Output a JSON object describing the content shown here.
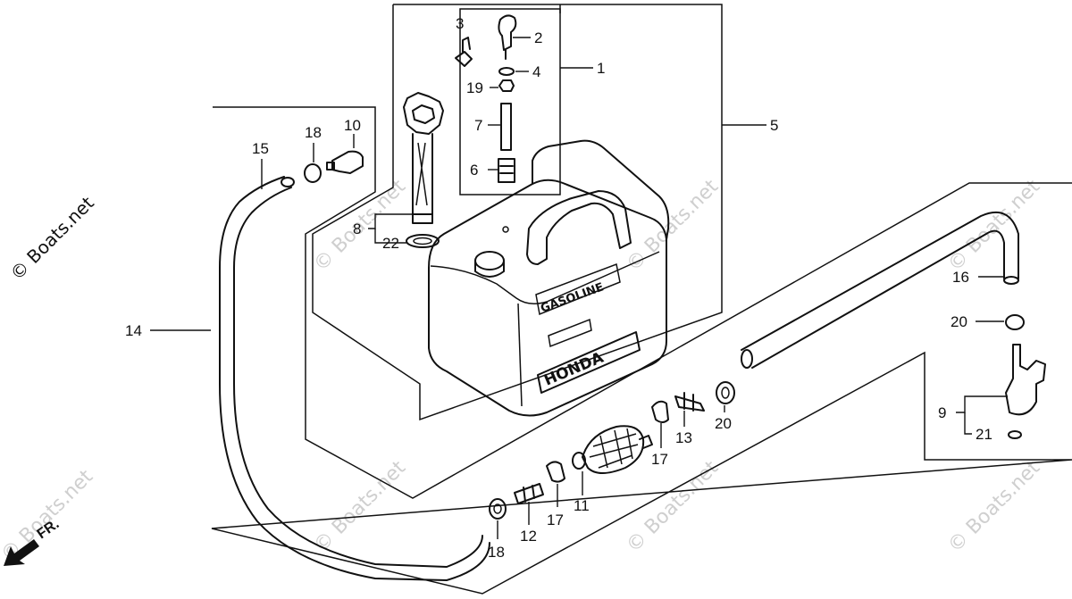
{
  "watermark_text": "© Boats.net",
  "fr_label": "FR.",
  "tank": {
    "label_gasoline": "GASOLINE",
    "label_brand": "HONDA"
  },
  "callouts": [
    {
      "id": "c1",
      "text": "1"
    },
    {
      "id": "c2",
      "text": "2"
    },
    {
      "id": "c3",
      "text": "3"
    },
    {
      "id": "c4",
      "text": "4"
    },
    {
      "id": "c5",
      "text": "5"
    },
    {
      "id": "c6",
      "text": "6"
    },
    {
      "id": "c7",
      "text": "7"
    },
    {
      "id": "c8",
      "text": "8"
    },
    {
      "id": "c9",
      "text": "9"
    },
    {
      "id": "c10",
      "text": "10"
    },
    {
      "id": "c11",
      "text": "11"
    },
    {
      "id": "c12",
      "text": "12"
    },
    {
      "id": "c13",
      "text": "13"
    },
    {
      "id": "c14",
      "text": "14"
    },
    {
      "id": "c15",
      "text": "15"
    },
    {
      "id": "c16",
      "text": "16"
    },
    {
      "id": "c17a",
      "text": "17"
    },
    {
      "id": "c17b",
      "text": "17"
    },
    {
      "id": "c18a",
      "text": "18"
    },
    {
      "id": "c18b",
      "text": "18"
    },
    {
      "id": "c19",
      "text": "19"
    },
    {
      "id": "c20a",
      "text": "20"
    },
    {
      "id": "c20b",
      "text": "20"
    },
    {
      "id": "c21",
      "text": "21"
    },
    {
      "id": "c22",
      "text": "22"
    }
  ]
}
